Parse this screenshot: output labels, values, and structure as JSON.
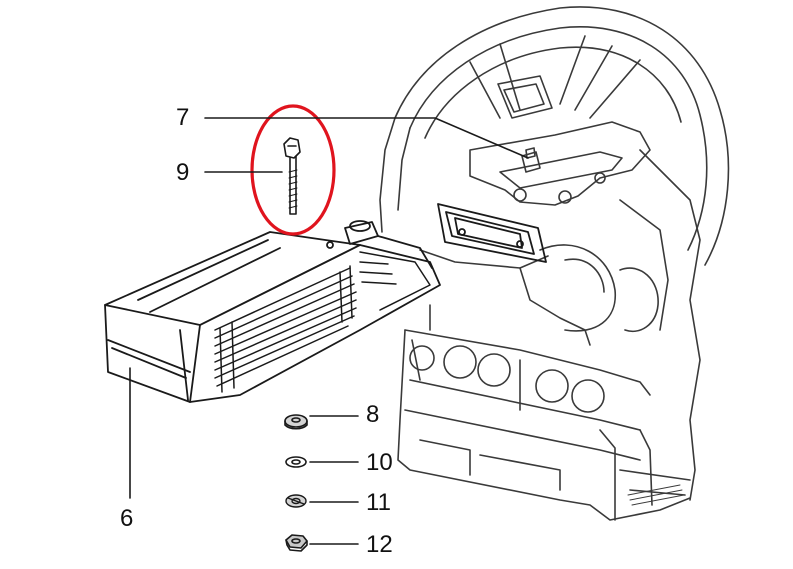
{
  "callouts": {
    "n7": "7",
    "n9": "9",
    "n8": "8",
    "n10": "10",
    "n11": "11",
    "n12": "12",
    "n6": "6"
  },
  "colors": {
    "line": "#1a1a1a",
    "engine_line": "#3a3a3a",
    "highlight": "#e0141e",
    "washer_fill": "#d4d4d4"
  },
  "icons": {
    "highlight": "red-ellipse-highlight",
    "bolt": "hex-bolt-icon",
    "washer": "flat-washer-icon",
    "lock_washer": "spring-washer-icon",
    "nut": "hex-nut-icon"
  }
}
